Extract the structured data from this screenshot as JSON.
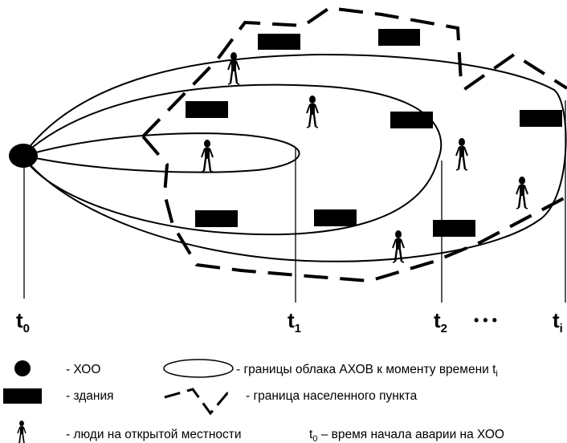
{
  "time_marks": [
    {
      "base": "t",
      "sub": "0"
    },
    {
      "base": "t",
      "sub": "1"
    },
    {
      "base": "t",
      "sub": "2"
    },
    {
      "base": "t",
      "sub": "i"
    }
  ],
  "ellipsis": "• • •",
  "legend": {
    "source_text": "- ХОО",
    "cloud_text": "- границы облака АХОВ к моменту времени t",
    "cloud_text_sub": "i",
    "buildings_text": "- здания",
    "settlement_text": "- граница населенного пункта",
    "people_text": "- люди на открытой местности",
    "t0_text_base": "t",
    "t0_text_sub": "0",
    "t0_text_rest": " – время начала аварии на ХОО"
  },
  "colors": {
    "ink": "#000000",
    "paper": "#ffffff"
  }
}
